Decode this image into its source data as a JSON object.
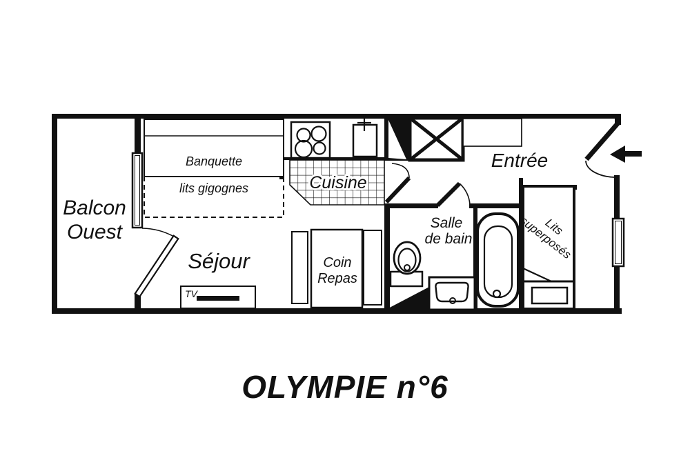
{
  "title": "OLYMPIE n°6",
  "colors": {
    "ink": "#111111",
    "background": "#ffffff"
  },
  "rooms": {
    "balcony_line1": "Balcon",
    "balcony_line2": "Ouest",
    "living": "Séjour",
    "kitchen": "Cuisine",
    "entry": "Entrée",
    "bathroom_line1": "Salle",
    "bathroom_line2": "de bain",
    "dining_line1": "Coin",
    "dining_line2": "Repas"
  },
  "furniture": {
    "bench": "Banquette",
    "nesting_beds": "lits gigognes",
    "bunk_beds_line1": "Lits",
    "bunk_beds_line2": "superposés",
    "tv": "TV"
  }
}
